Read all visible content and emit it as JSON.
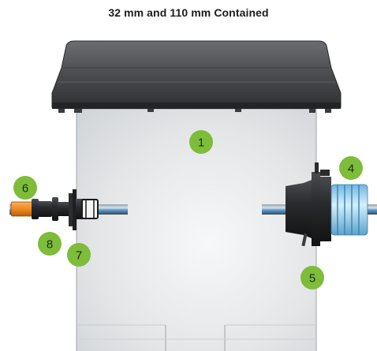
{
  "title": "32 mm and 110 mm Contained",
  "callouts": {
    "c1": "1",
    "c4": "4",
    "c5": "5",
    "c6": "6",
    "c7": "7",
    "c8": "8"
  },
  "colors": {
    "callout_fill": "#7dbd3a",
    "chamber_body": "#e6e8ea",
    "lid": "#4d4f52",
    "pipe_blue": "#4f92c9",
    "coupler_orange": "#f08a1c",
    "seal_light_blue": "#a8d8ee"
  }
}
